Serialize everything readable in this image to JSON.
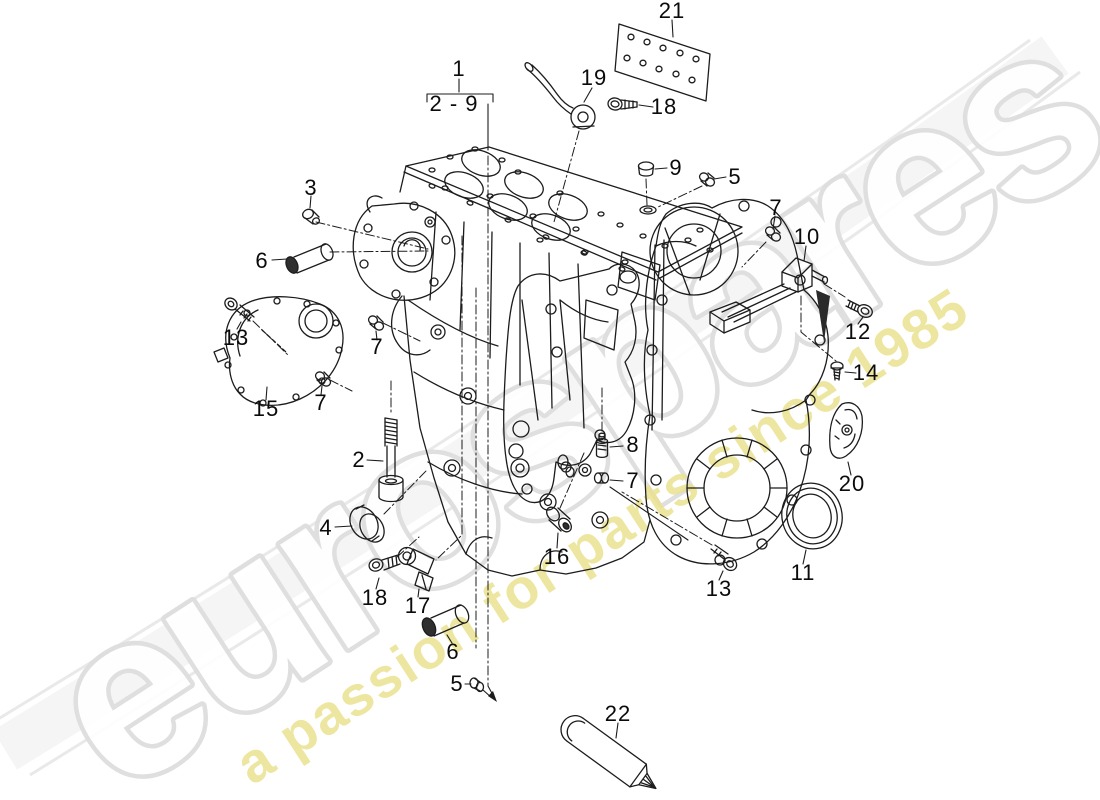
{
  "watermark": {
    "brand": "eurospares",
    "tagline": "a passion for parts since 1985",
    "brand_color": "#dedede",
    "tagline_color": "#ebe290"
  },
  "callouts": [
    {
      "label": "1"
    },
    {
      "label": "2 - 9"
    },
    {
      "label": "3"
    },
    {
      "label": "6"
    },
    {
      "label": "13"
    },
    {
      "label": "15"
    },
    {
      "label": "7"
    },
    {
      "label": "7"
    },
    {
      "label": "2"
    },
    {
      "label": "4"
    },
    {
      "label": "18"
    },
    {
      "label": "17"
    },
    {
      "label": "6"
    },
    {
      "label": "5"
    },
    {
      "label": "16"
    },
    {
      "label": "22"
    },
    {
      "label": "19"
    },
    {
      "label": "18"
    },
    {
      "label": "21"
    },
    {
      "label": "9"
    },
    {
      "label": "5"
    },
    {
      "label": "7"
    },
    {
      "label": "10"
    },
    {
      "label": "12"
    },
    {
      "label": "14"
    },
    {
      "label": "8"
    },
    {
      "label": "7"
    },
    {
      "label": "20"
    },
    {
      "label": "11"
    },
    {
      "label": "13"
    }
  ]
}
